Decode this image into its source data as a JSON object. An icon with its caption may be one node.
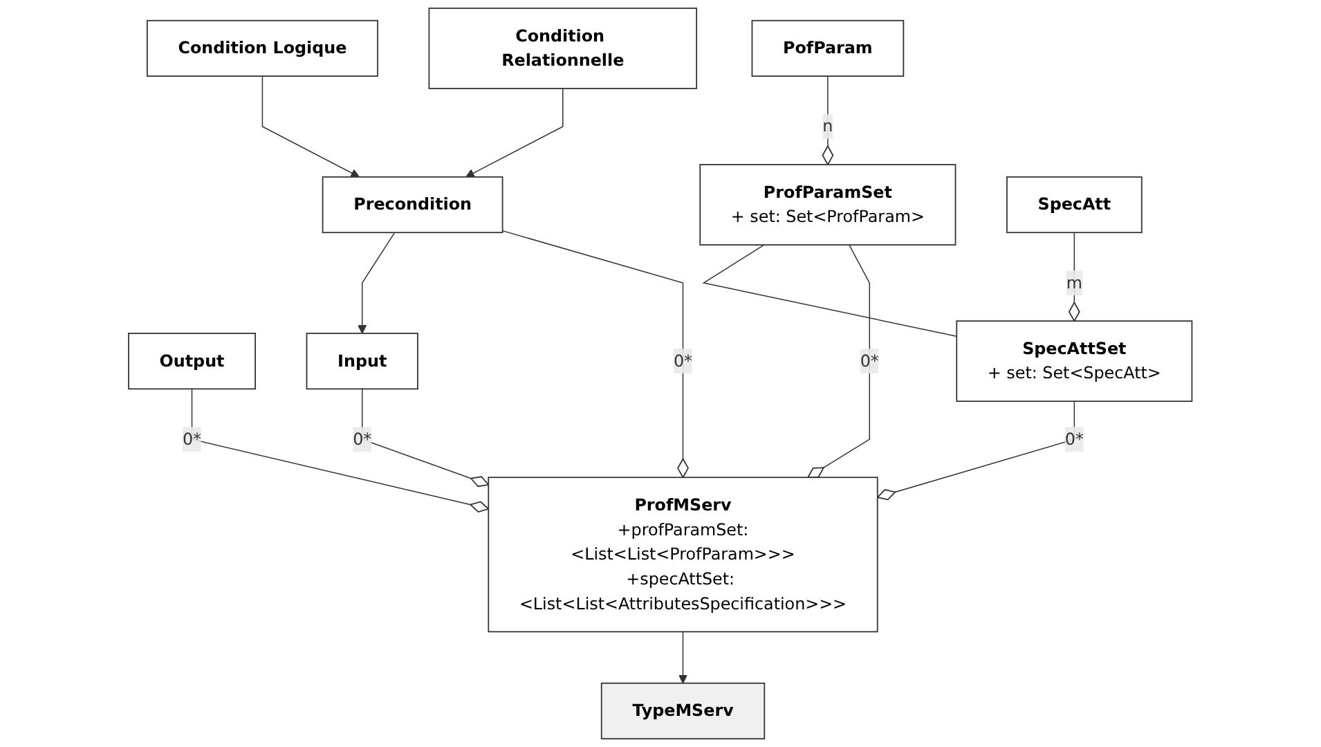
{
  "diagram": {
    "nodes": [
      {
        "text": [
          "PofParam"
        ]
      },
      {
        "text": [
          "TypeMServ"
        ]
      },
      {
        "text": [
          "Output"
        ]
      },
      {
        "text": [
          "ProfMServ",
          "+profParamSet:<List<List<ProfParam>>>",
          "+specAttSet: <List<List<AttributesSpecification>>>"
        ]
      },
      {
        "text": [
          "ProfParamSet",
          "+ set: Set<ProfParam>"
        ]
      },
      {
        "text": [
          "Input"
        ]
      },
      {
        "text": [
          "SpecAttSet",
          "+ set: Set<SpecAtt>"
        ]
      },
      {
        "text": [
          "Precondition"
        ]
      },
      {
        "text": [
          "SpecAtt"
        ]
      },
      {
        "text": [
          "Condition Relationnelle"
        ]
      },
      {
        "text": [
          "Condition Logique"
        ]
      }
    ],
    "edges": [
      {
        "from": 3,
        "to": 1,
        "arrow": "to"
      },
      {
        "from": 2,
        "to": 3,
        "arrow": "other",
        "label": "0*"
      },
      {
        "from": 5,
        "to": 3,
        "arrow": "other",
        "label": "0*"
      },
      {
        "from": 4,
        "to": 3,
        "arrow": "other",
        "label": "0*"
      },
      {
        "from": 6,
        "to": 3,
        "arrow": "other",
        "label": "0*"
      },
      {
        "from": 0,
        "to": 4,
        "arrow": "other",
        "label": "n"
      },
      {
        "from": 4,
        "to": 6,
        "arrow": "none"
      },
      {
        "from": 8,
        "to": 6,
        "arrow": "other",
        "label": "m"
      },
      {
        "from": 7,
        "to": 3,
        "arrow": "other",
        "label": "0*"
      },
      {
        "from": 7,
        "to": 5,
        "arrow": "to"
      },
      {
        "from": 9,
        "to": 7,
        "arrow": "to"
      },
      {
        "from": 10,
        "to": 7,
        "arrow": "to"
      }
    ]
  }
}
